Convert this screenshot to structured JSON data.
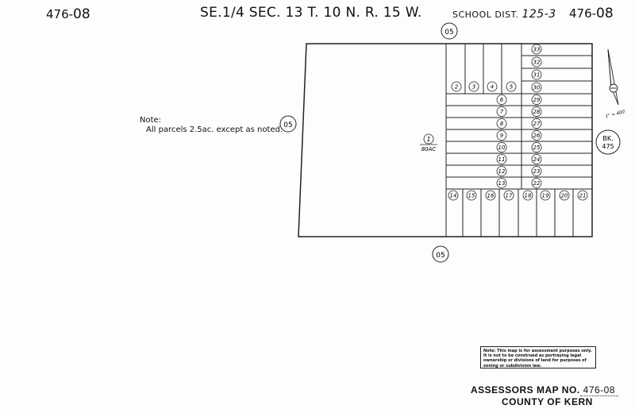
{
  "header": {
    "map_number_prefix": "476-",
    "map_number_suffix": "08",
    "title": "SE.1/4 SEC. 13 T. 10 N. R. 15 W.",
    "school_label": "SCHOOL DIST.",
    "school_number": "125-3"
  },
  "note": {
    "line1": "Note:",
    "line2": "All parcels 2.5ac. except as noted."
  },
  "adjacent_labels": {
    "top": "05",
    "left": "05",
    "bottom": "05",
    "book_line1": "BK.",
    "book_line2": "475"
  },
  "parcels": {
    "p1": "1",
    "p1_area": "80AC",
    "top_row": [
      "2",
      "3",
      "4",
      "5"
    ],
    "middle_left": [
      "6",
      "7",
      "8",
      "9",
      "10",
      "11",
      "12",
      "13"
    ],
    "right_column": [
      "33",
      "32",
      "31",
      "30",
      "29",
      "28",
      "27",
      "26",
      "25",
      "24",
      "23",
      "22"
    ],
    "bottom_row": [
      "14",
      "15",
      "16",
      "17",
      "18",
      "19",
      "20",
      "21"
    ]
  },
  "scale": "1\" = 400'",
  "disclaimer": "Note: This map is for assessment purposes only. It is not to be construed as portraying legal ownership or divisions of land for purposes of zoning or subdivision law.",
  "footer": {
    "assessor_label": "ASSESSORS MAP NO.",
    "assessor_number": "476-08",
    "county": "COUNTY OF KERN"
  }
}
